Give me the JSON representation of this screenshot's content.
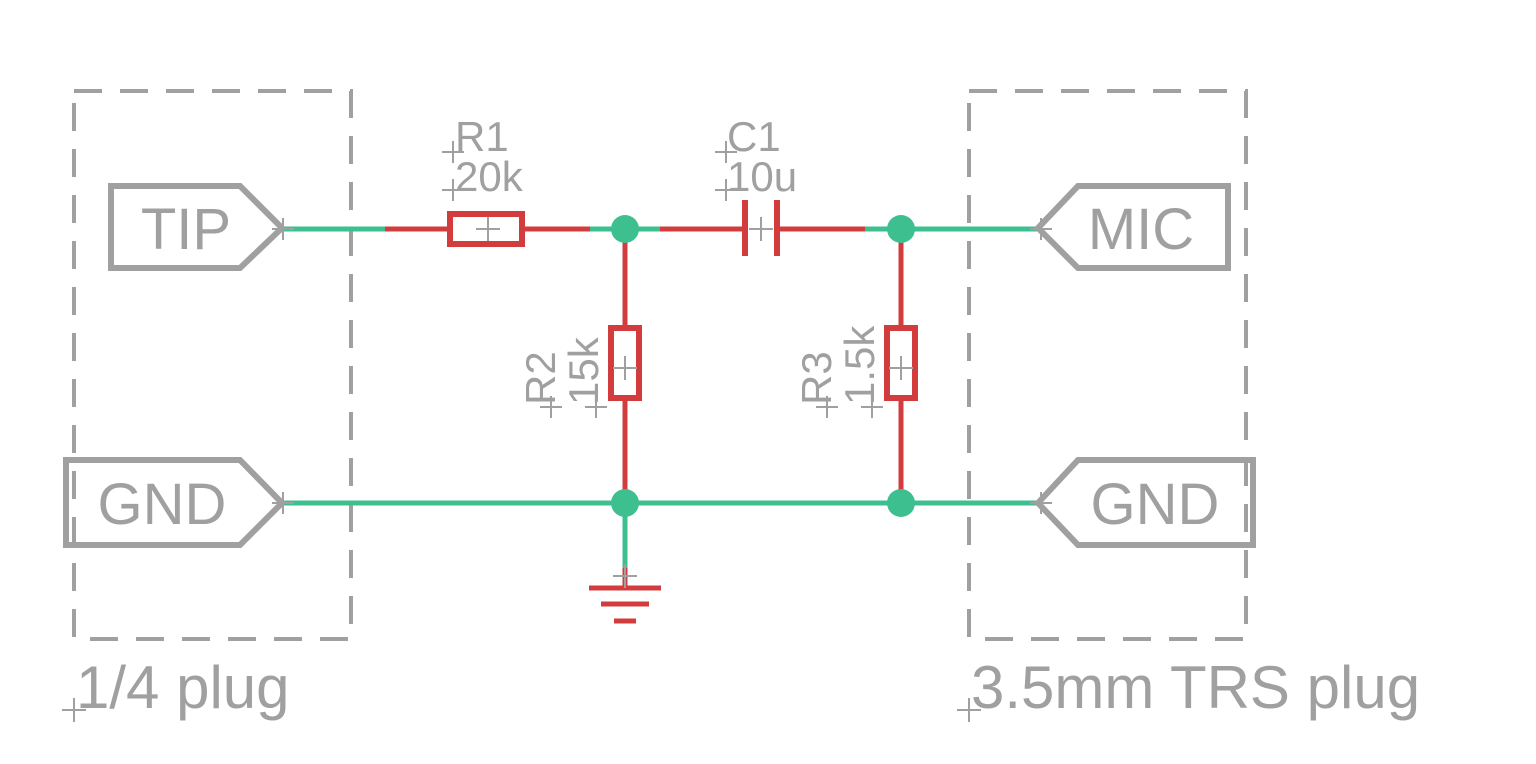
{
  "frames": {
    "left_label": "1/4 plug",
    "right_label": "3.5mm TRS plug"
  },
  "ports": {
    "tip": "TIP",
    "gnd_left": "GND",
    "mic": "MIC",
    "gnd_right": "GND"
  },
  "parts": {
    "r1": {
      "name": "R1",
      "value": "20k"
    },
    "c1": {
      "name": "C1",
      "value": "10u"
    },
    "r2": {
      "name": "R2",
      "value": "15k"
    },
    "r3": {
      "name": "R3",
      "value": "1.5k"
    }
  },
  "colors": {
    "net": "#3dbf8f",
    "component": "#d23c3c",
    "annotation": "#a0a0a0"
  }
}
